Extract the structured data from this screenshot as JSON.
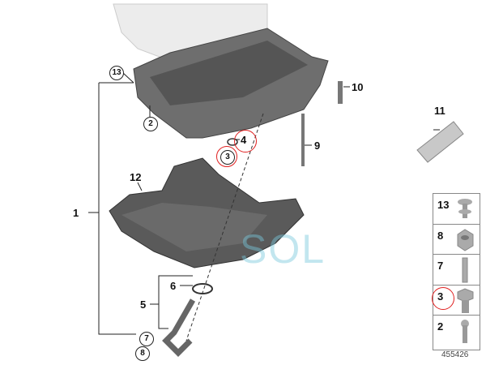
{
  "diagram": {
    "reference_number": "455426",
    "watermark": "SOL",
    "callouts": {
      "p1": "1",
      "p2": "2",
      "p3": "3",
      "p4": "4",
      "p5": "5",
      "p6": "6",
      "p7": "7",
      "p8": "8",
      "p9": "9",
      "p10": "10",
      "p11": "11",
      "p12": "12",
      "p13": "13"
    },
    "highlighted_parts": [
      "3",
      "4"
    ],
    "highlight_color": "#e02020",
    "small_parts_table": [
      {
        "number": "13",
        "part": "clip"
      },
      {
        "number": "8",
        "part": "nut"
      },
      {
        "number": "7",
        "part": "stud"
      },
      {
        "number": "3",
        "part": "hex-bolt"
      },
      {
        "number": "2",
        "part": "screw"
      }
    ]
  }
}
